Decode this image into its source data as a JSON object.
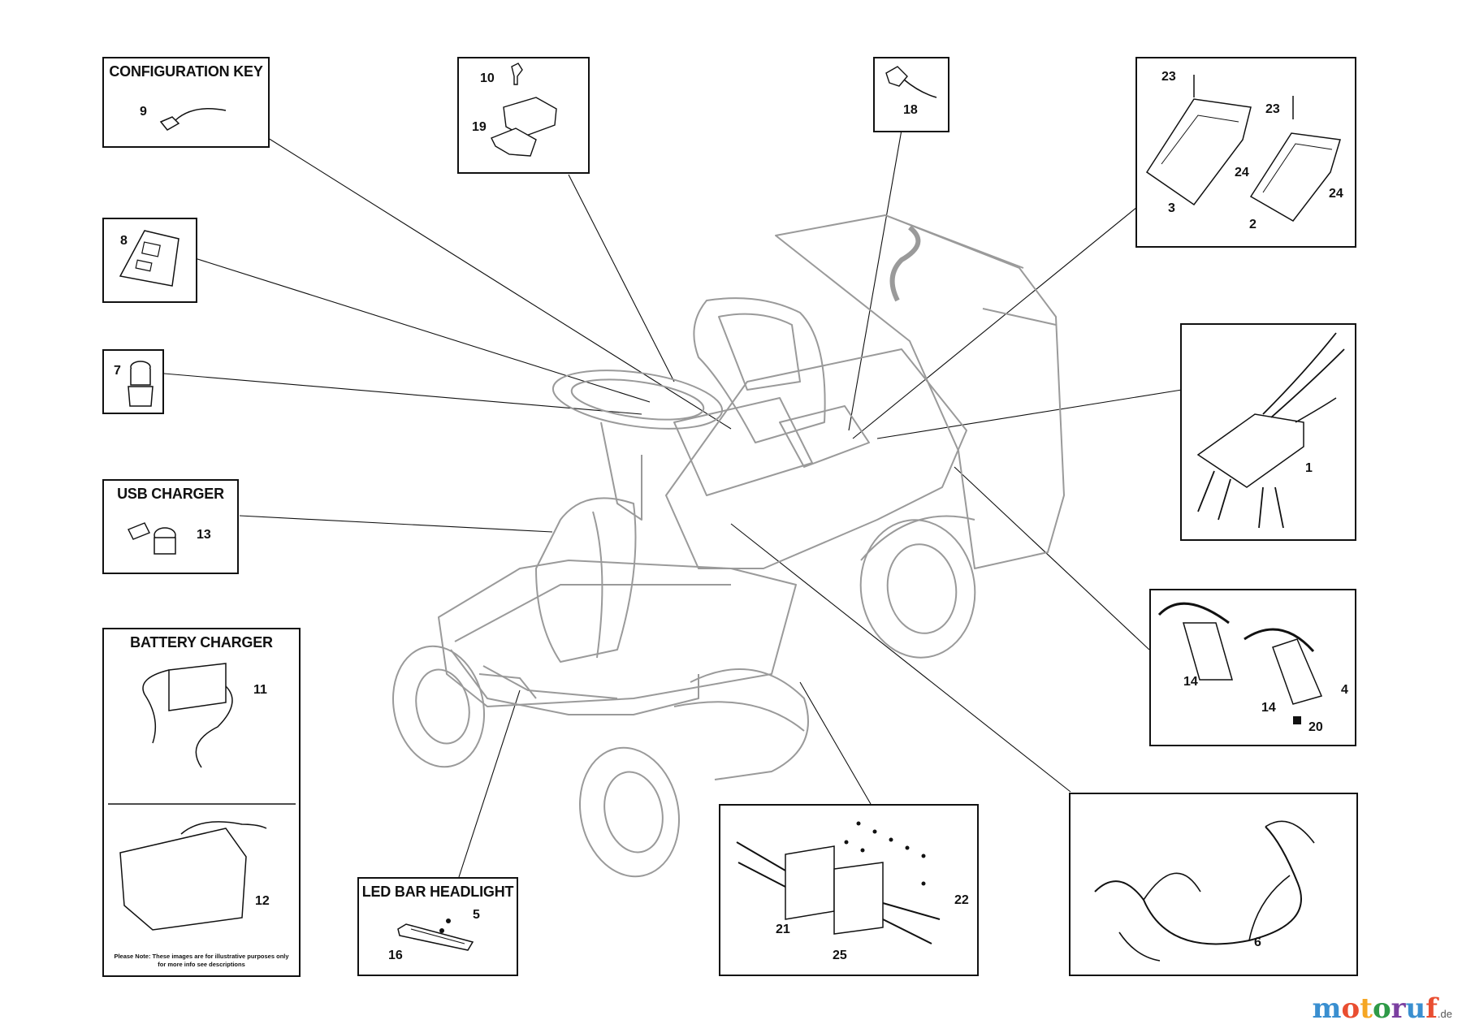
{
  "titles": {
    "configuration_key": "CONFIGURATION KEY",
    "usb_charger": "USB CHARGER",
    "battery_charger": "BATTERY CHARGER",
    "led_bar_headlight": "LED BAR HEADLIGHT"
  },
  "note": {
    "line1": "Please Note: These images are for illustrative purposes only",
    "line2": "for more info see descriptions"
  },
  "parts": {
    "p1": "1",
    "p2": "2",
    "p3": "3",
    "p4": "4",
    "p5": "5",
    "p6": "6",
    "p7": "7",
    "p8": "8",
    "p9": "9",
    "p10": "10",
    "p11": "11",
    "p12": "12",
    "p13": "13",
    "p14a": "14",
    "p14b": "14",
    "p16": "16",
    "p18": "18",
    "p19": "19",
    "p20": "20",
    "p21": "21",
    "p22": "22",
    "p23a": "23",
    "p23b": "23",
    "p24a": "24",
    "p24b": "24",
    "p25": "25"
  },
  "watermark": {
    "letters": [
      "m",
      "o",
      "t",
      "o",
      "r",
      "u",
      "f"
    ],
    "tld": ".de"
  },
  "colors": {
    "line": "#111111",
    "mower_outline": "#9a9a9a"
  }
}
